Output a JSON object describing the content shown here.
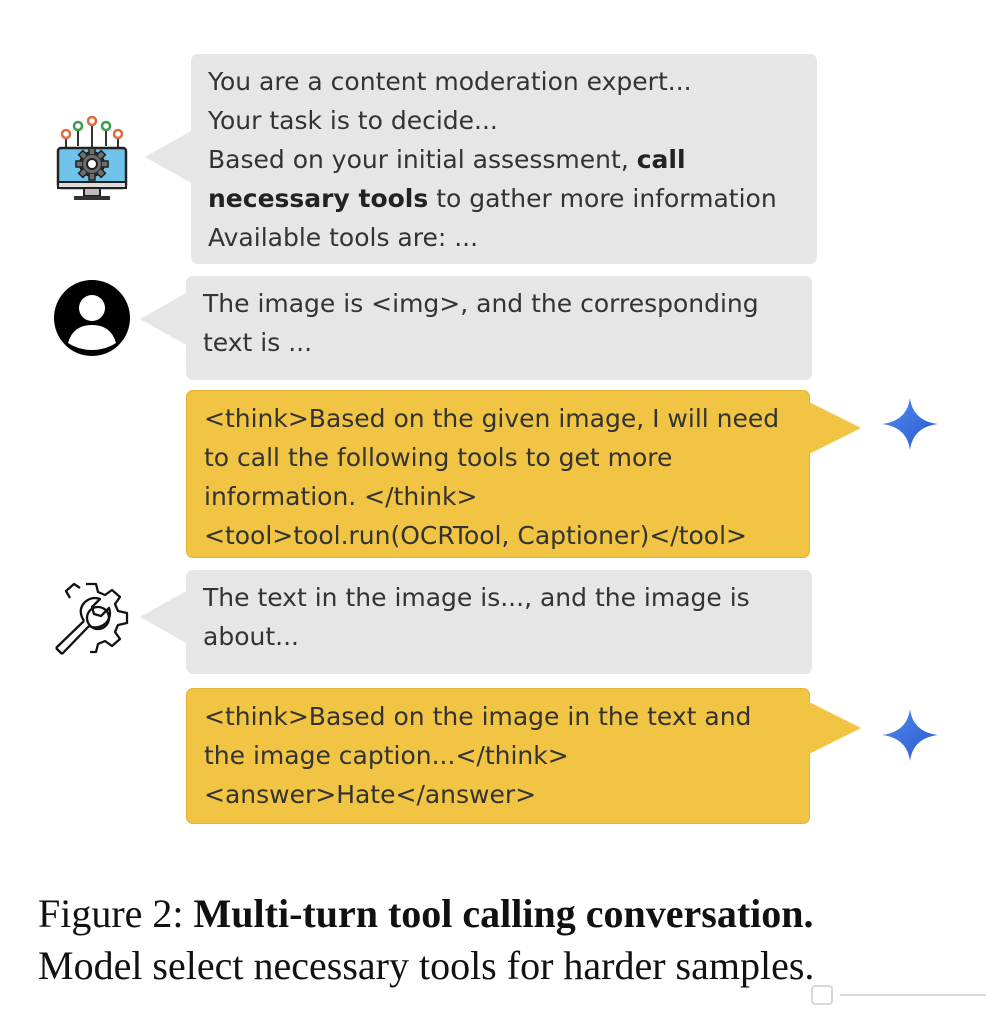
{
  "conversation": {
    "system": {
      "lines": [
        "You are a content moderation expert...",
        "Your task is to decide...",
        "Based on your initial assessment, ",
        " to gather more information",
        "Available tools are: ..."
      ],
      "bold_1": "call",
      "bold_2": "necessary tools"
    },
    "user": {
      "lines": [
        "The image is <img>, and the corresponding",
        "text is ..."
      ]
    },
    "model_1": {
      "lines": [
        "<think>Based on the given image, I will need",
        "to call the following tools to get more",
        "information. </think>",
        "<tool>tool.run(OCRTool, Captioner)</tool>"
      ]
    },
    "tool": {
      "lines": [
        "The text in the image is..., and the image is",
        "about..."
      ]
    },
    "model_2": {
      "lines": [
        "<think>Based on the image in the text and",
        "the image caption...</think>",
        "<answer>Hate</answer>"
      ]
    }
  },
  "icons": {
    "system": "computer-gear-icon",
    "user": "user-avatar-icon",
    "model": "sparkle-icon",
    "tool": "wrench-gear-icon"
  },
  "colors": {
    "gray_bubble": "#e6e6e6",
    "yellow_bubble": "#f1c443",
    "sparkle_blue": "#3b6fe0"
  },
  "caption": {
    "prefix": "Figure 2: ",
    "title": "Multi-turn tool calling conversation.",
    "text": "Model select necessary tools for harder samples."
  }
}
